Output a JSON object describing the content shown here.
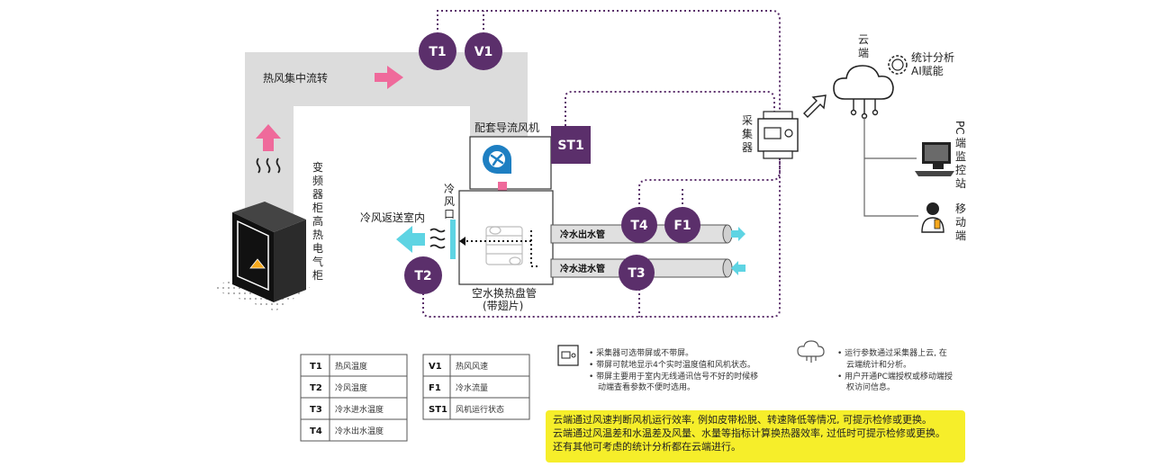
{
  "sensors": {
    "t1": "T1",
    "v1": "V1",
    "t2": "T2",
    "t3": "T3",
    "t4": "T4",
    "f1": "F1",
    "st1": "ST1"
  },
  "labels": {
    "hot_air_flow": "热风集中流转",
    "fan": "配套导流风机",
    "cold_outlet": [
      "冷",
      "风",
      "口"
    ],
    "cold_air_indoor": "冷风返送室内",
    "coil_line1": "空水换热盘管",
    "coil_line2": "(带翅片)",
    "cabinet": [
      "变",
      "频",
      "器",
      "柜",
      "高",
      "热",
      "电",
      "气",
      "柜"
    ],
    "collector": [
      "采",
      "集",
      "器"
    ],
    "cloud": [
      "云",
      "端"
    ],
    "stats_line1": "统计分析",
    "stats_line2": "AI赋能",
    "pc_station": [
      "PC",
      "端",
      "监",
      "控",
      "站"
    ],
    "mobile": [
      "移",
      "动",
      "端"
    ],
    "pipe_out": "冷水出水管",
    "pipe_in": "冷水进水管"
  },
  "legend_left": [
    {
      "code": "T1",
      "desc": "热风温度"
    },
    {
      "code": "T2",
      "desc": "冷风温度"
    },
    {
      "code": "T3",
      "desc": "冷水进水温度"
    },
    {
      "code": "T4",
      "desc": "冷水出水温度"
    }
  ],
  "legend_right": [
    {
      "code": "V1",
      "desc": "热风风速"
    },
    {
      "code": "F1",
      "desc": "冷水流量"
    },
    {
      "code": "ST1",
      "desc": "风机运行状态"
    }
  ],
  "notes_collector": [
    "采集器可选带屏或不带屏。",
    "带屏可就地显示4个实时温度值和风机状态。",
    "带屏主要用于室内无线通讯信号不好的时候移",
    "动端查看参数不便时选用。"
  ],
  "notes_cloud": [
    "运行参数通过采集器上云, 在",
    "云端统计和分析。",
    "用户开通PC端授权或移动端授",
    "权访问信息。"
  ],
  "highlight_notes": [
    "云端通过风速判断风机运行效率, 例如皮带松脱、转速降低等情况, 可提示检修或更换。",
    "云端通过风温差和水温差及风量、水量等指标计算换热器效率, 过低时可提示检修或更换。",
    "还有其他可考虑的统计分析都在云端进行。"
  ],
  "colors": {
    "sensor": "#5b2f6b",
    "hot_arrow": "#ef6a9b",
    "cold_arrow": "#5ed4e3",
    "duct": "#dcdcdc",
    "dotted_line": "#5b2f6b",
    "highlight": "#f6ee2a"
  }
}
